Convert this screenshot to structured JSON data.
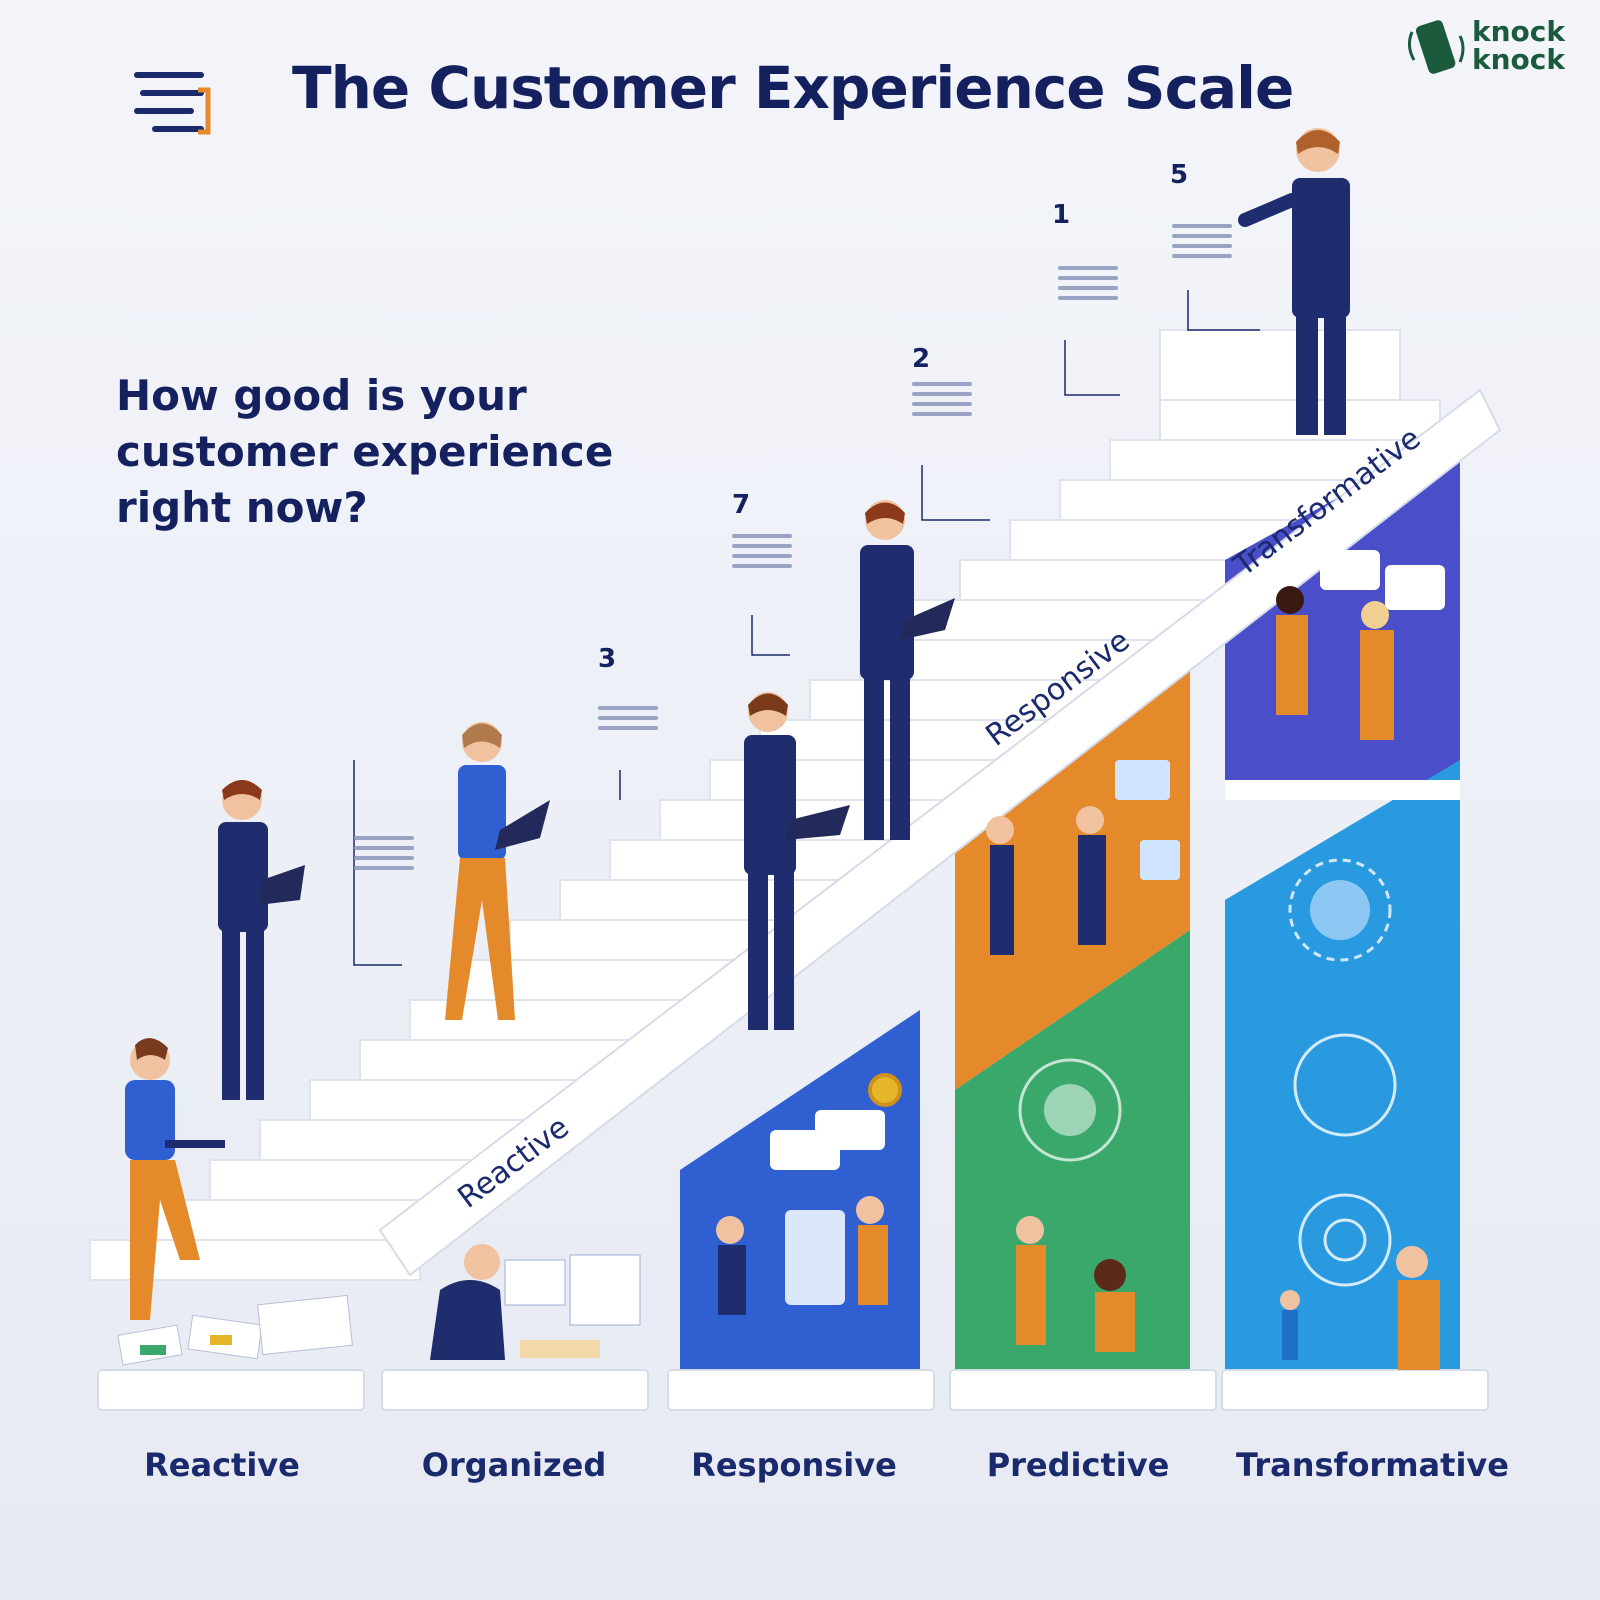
{
  "title": "The Customer Experience Scale",
  "question": "How good is your customer experience right now?",
  "brand": {
    "line1": "knock",
    "line2": "knock"
  },
  "ribbon": {
    "low": "Reactive",
    "mid": "Responsive",
    "high": "Transformative"
  },
  "steps": [
    {
      "number": "1"
    },
    {
      "number": "2"
    },
    {
      "number": "3"
    },
    {
      "number": "5"
    },
    {
      "number": "7"
    }
  ],
  "stages": [
    "Reactive",
    "Organized",
    "Responsive",
    "Predictive",
    "Transformative"
  ],
  "colors": {
    "navy": "#14215e",
    "suit": "#1f2d6e",
    "orange": "#e58a2a",
    "green": "#3aa86b",
    "blue": "#2f6fd6",
    "indigo": "#4a4fc9",
    "sky": "#2a9ae0"
  },
  "icons": [
    "menu-lines-icon",
    "phone-logo-icon"
  ]
}
